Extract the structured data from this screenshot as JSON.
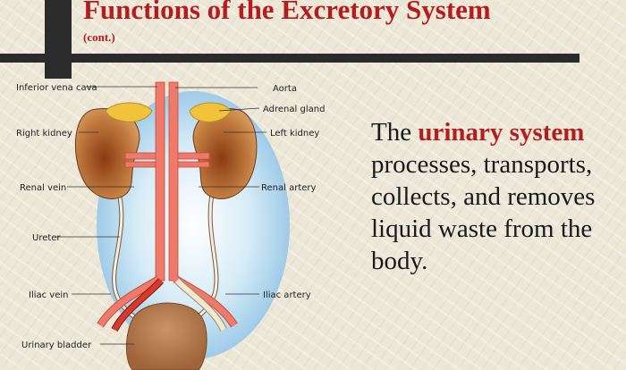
{
  "slide": {
    "title": "Functions of the Excretory System",
    "subtitle": "(cont.)"
  },
  "diagram": {
    "labels": {
      "inferior_vena_cava": "Inferior vena cava",
      "aorta": "Aorta",
      "adrenal_gland": "Adrenal gland",
      "right_kidney": "Right kidney",
      "left_kidney": "Left kidney",
      "renal_vein": "Renal vein",
      "renal_artery": "Renal artery",
      "ureter": "Ureter",
      "iliac_vein": "Iliac vein",
      "iliac_artery": "Iliac artery",
      "urinary_bladder": "Urinary bladder"
    }
  },
  "body": {
    "part1": "The ",
    "highlight1": "urinary",
    "space": " ",
    "highlight2": "system",
    "part2": " processes, transports, collects, and removes liquid waste from the body."
  },
  "colors": {
    "accent": "#b51d1d",
    "bar": "#2b2b2b",
    "kidney": "#b5672e",
    "adrenal": "#f0c33a",
    "vessel": "#f07a6a",
    "background": "#ede7d8"
  }
}
